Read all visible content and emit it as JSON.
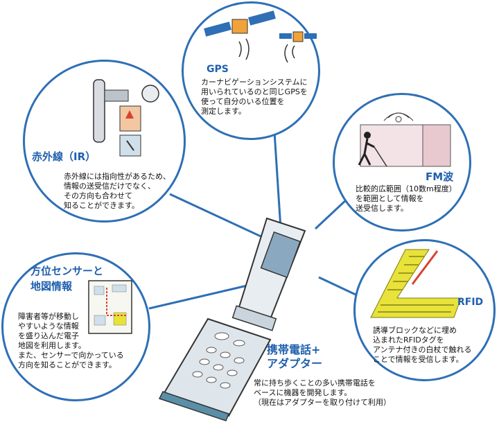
{
  "colors": {
    "accent_blue": "#2e6fb5",
    "title_blue": "#1f5fae",
    "phone_teal": "#5a8fa8",
    "tile_yellow": "#e8e23a",
    "satellite_orange": "#f2a23a"
  },
  "nodes": {
    "gps": {
      "title": "GPS",
      "lines": [
        "カーナビゲーションシステムに",
        "用いられているのと同じGPSを",
        "使って自分のいる位置を",
        "測定します。"
      ]
    },
    "ir": {
      "title": "赤外線（IR）",
      "lines": [
        "赤外線には指向性があるため、",
        "情報の送受信だけでなく、",
        "その方向も合わせて",
        "知ることができます。"
      ]
    },
    "fm": {
      "title": "FM波",
      "lines": [
        "比較的広範囲（10数m程度）",
        "を範囲として情報を",
        "送受信します。"
      ]
    },
    "orientation": {
      "title_lines": [
        "方位センサーと",
        "地図情報"
      ],
      "lines": [
        "障害者等が移動し",
        "やすいような情報",
        "を盛り込んだ電子",
        "地図を利用します。",
        "また、センサーで向かっている",
        "方向を知ることができます。"
      ]
    },
    "rfid": {
      "title": "RFID",
      "lines": [
        "誘導ブロックなどに埋め",
        "込まれたRFIDタグを",
        "アンテナ付きの白杖で触れる",
        "ことで情報を受信します。"
      ]
    },
    "phone": {
      "title_lines": [
        "携帯電話+",
        "アダプター"
      ],
      "lines": [
        "常に持ち歩くことの多い携帯電話を",
        "ベースに機器を開発します。",
        "（現在はアダプターを取り付けて利用）"
      ]
    }
  },
  "icons": [
    "satellite-icon",
    "infrared-beacon-icon",
    "pedestrian-with-cane-icon",
    "map-icon",
    "braille-tile-icon",
    "flip-phone-icon"
  ]
}
